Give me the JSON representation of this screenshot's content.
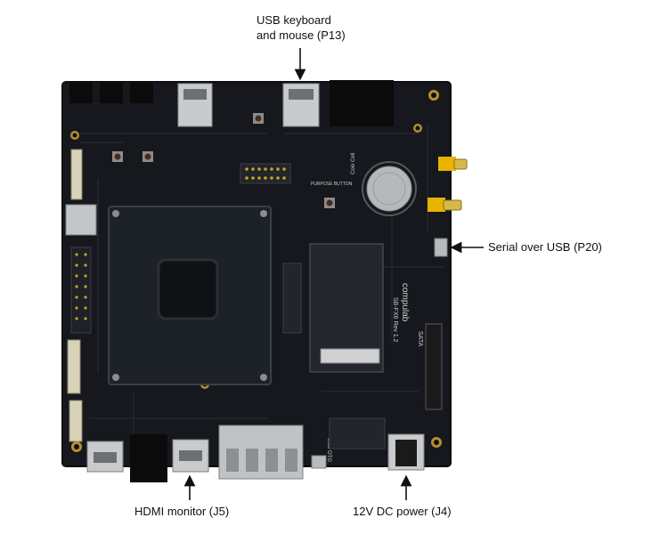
{
  "labels": {
    "usb_line1": "USB keyboard",
    "usb_line2": "and mouse (P13)",
    "serial": "Serial over USB (P20)",
    "hdmi": "HDMI monitor (J5)",
    "power": "12V DC power (J4)"
  },
  "board_markings": {
    "brand": "compulab",
    "model": "SB-FX6 Rev 1.2",
    "sata": "SATA",
    "usb_otg": "USB OTG",
    "coin_cell": "Coin Cell",
    "purpose_button": "PURPOSE BUTTON"
  },
  "colors": {
    "pcb": "#16181d",
    "pcb_edge": "#0c0d10",
    "heatsink": "#1d2128",
    "metal": "#c8cacc",
    "gold": "#c9a227",
    "sma_yellow": "#e8b400",
    "arrow": "#111111"
  }
}
